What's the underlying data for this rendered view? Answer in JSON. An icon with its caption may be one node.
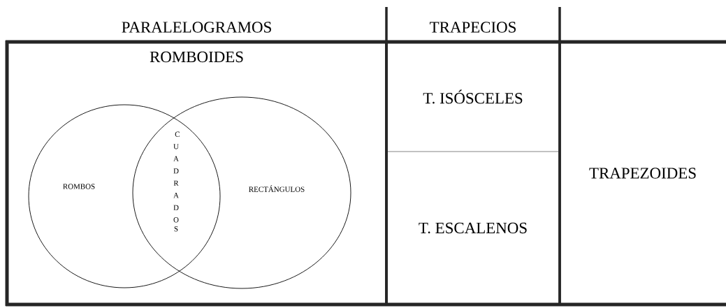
{
  "diagram": {
    "nodes": [
      {
        "text": [
          "PARALELOGRAMOS",
          "ROMBOIDES"
        ]
      },
      {
        "text": [
          "ROMBOS"
        ],
        "in": 0
      },
      {
        "text": [
          "RECTÁNGULOS"
        ],
        "in": 0
      },
      {
        "text": [
          "TRAPECIOS"
        ]
      },
      {
        "text": [
          "T. ISÓSCELES"
        ],
        "in": 3
      },
      {
        "text": [
          "T. ESCALENOS"
        ],
        "in": 3
      },
      {
        "text": [
          "TRAPEZOIDES"
        ]
      }
    ],
    "labels": [
      "CUADRADOS"
    ]
  }
}
